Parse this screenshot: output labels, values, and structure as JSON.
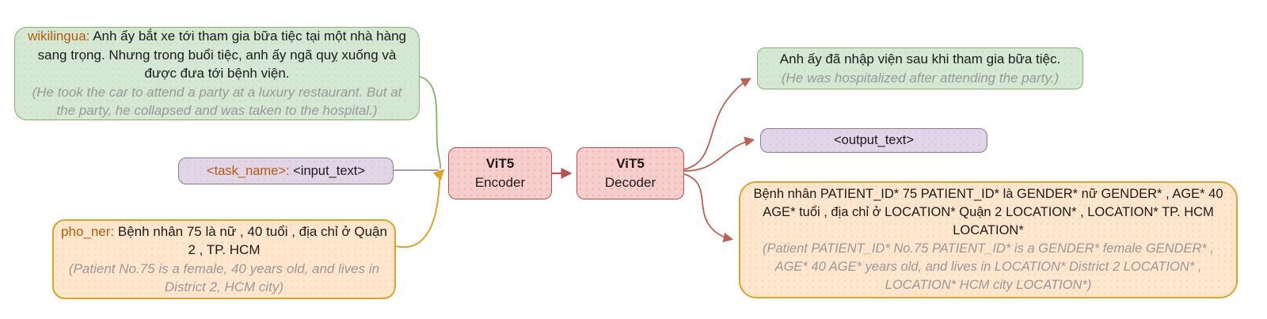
{
  "diagram": {
    "inputs": {
      "wikilingua": {
        "label": "wikilingua:",
        "text": "Anh ấy bắt xe tới tham gia bữa tiệc tại một nhà hàng sang trọng. Nhưng trong buổi tiệc, anh ấy ngã quỵ xuống và được đưa tới bệnh viện.",
        "translation": "(He took the car to attend a party at a luxury restaurant. But at the party, he collapsed and was taken to the hospital.)"
      },
      "task_template": {
        "label": "<task_name>:",
        "text": "<input_text>"
      },
      "pho_ner": {
        "label": "pho_ner:",
        "text": "Bệnh nhân 75 là nữ , 40 tuổi , địa chỉ ở Quận 2 , TP. HCM",
        "translation": "(Patient No.75 is a female, 40 years old, and lives in District 2, HCM city)"
      }
    },
    "model": {
      "encoder": {
        "title": "ViT5",
        "subtitle": "Encoder"
      },
      "decoder": {
        "title": "ViT5",
        "subtitle": "Decoder"
      }
    },
    "outputs": {
      "summarization": {
        "text": "Anh ấy đã nhập viện sau khi tham gia bữa tiệc.",
        "translation": "(He was hospitalized after attending the party.)"
      },
      "output_template": {
        "text": "<output_text>"
      },
      "ner": {
        "text": "Bệnh nhân PATIENT_ID* 75 PATIENT_ID* là GENDER* nữ GENDER* , AGE* 40 AGE* tuổi , địa chỉ ở LOCATION* Quận 2 LOCATION* , LOCATION* TP. HCM LOCATION*",
        "translation": "(Patient PATIENT_ID* No.75 PATIENT_ID* is a GENDER* female GENDER* , AGE* 40 AGE* years old, and lives in LOCATION* District 2 LOCATION* , LOCATION* HCM city LOCATION*)"
      }
    },
    "colors": {
      "green_fill": "#d5e8d4",
      "green_border": "#82b366",
      "purple_fill": "#e1d5e7",
      "purple_border": "#9673a6",
      "orange_fill": "#ffe6cc",
      "orange_border": "#dfa32a",
      "pink_fill": "#f8cecc",
      "pink_border": "#b85450",
      "task_label": "#b35c0a",
      "translation_text": "#999999",
      "arrow_input_merge": "#dfa32a",
      "arrow_wikilingua": "#82b366",
      "arrow_task": "#9673a6",
      "arrow_encoder_decoder": "#b85450",
      "arrow_decoder_outputs": "#bd6051"
    }
  }
}
